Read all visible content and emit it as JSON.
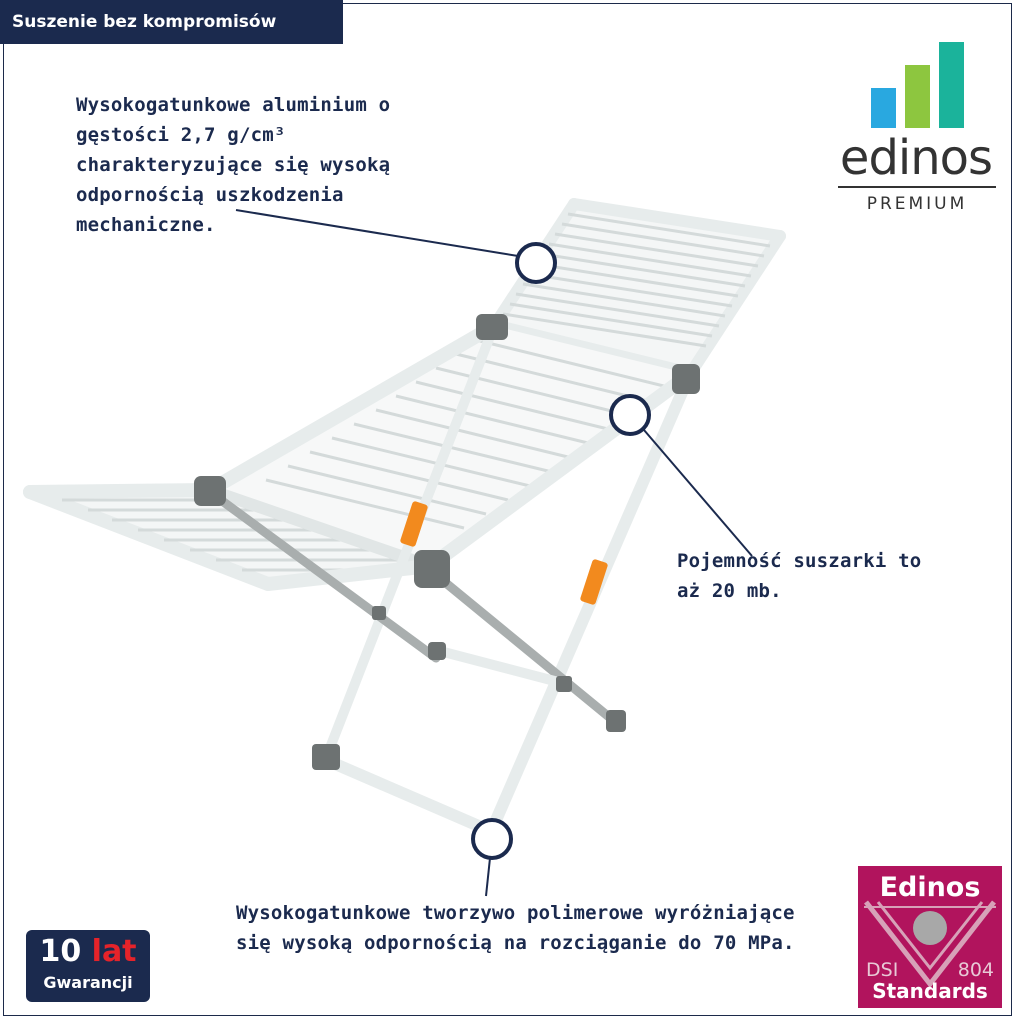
{
  "title": "Suszenie bez kompromisów",
  "features": {
    "aluminium": "Wysokogatunkowe aluminium o gęstości 2,7 g/cm³ charakteryzujące się wysoką odpornością uszkodzenia mechaniczne.",
    "capacity": "Pojemność suszarki to aż 20 mb.",
    "polymer": "Wysokogatunkowe tworzywo polimerowe wyróżniające się wysoką odpornością na rozciąganie do 70 MPa."
  },
  "logo": {
    "word": "edinos",
    "sub": "PREMIUM",
    "bar_colors": [
      "#29a8e0",
      "#8dc63f",
      "#1bb39b"
    ]
  },
  "warranty": {
    "number": "10",
    "unit": "lat",
    "label": "Gwarancji"
  },
  "standard": {
    "brand": "Edinos",
    "left": "DSI",
    "right": "804",
    "label": "Standards"
  },
  "colors": {
    "navy": "#1b2a4e",
    "orange": "#f28a1e",
    "grey_joint": "#6d7272",
    "magenta": "#b1145d"
  },
  "icons": [
    "callout-marker",
    "drying-rack-illustration",
    "edinos-logo",
    "warranty-badge",
    "standards-seal"
  ]
}
